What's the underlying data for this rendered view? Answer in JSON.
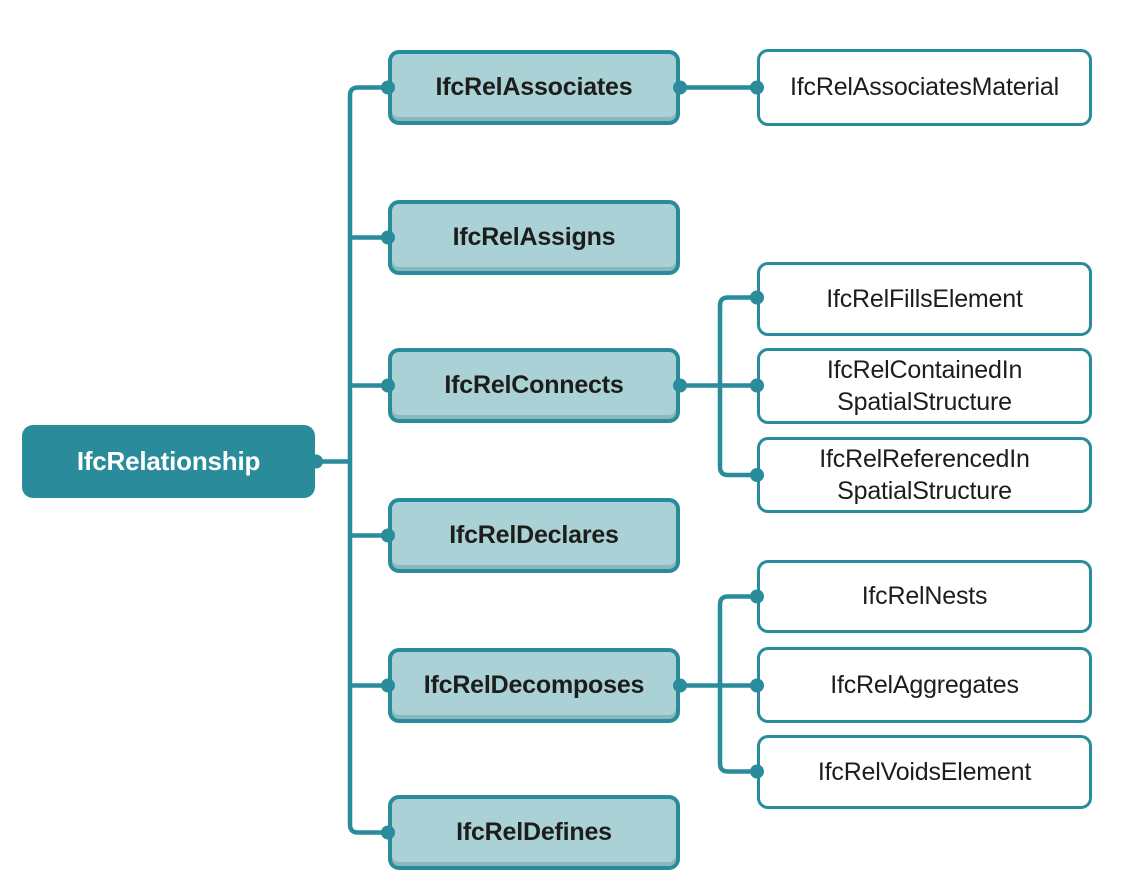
{
  "diagram": {
    "type": "tree",
    "colors": {
      "accent_teal": "#2a8c9a",
      "light_fill": "#a9d1d6",
      "leaf_fill": "#ffffff",
      "root_text": "#ffffff",
      "node_text": "#1d1d1b",
      "background": "#ffffff"
    },
    "nodes": {
      "root": {
        "label": "IfcRelationship",
        "level": 1
      },
      "associates": {
        "label": "IfcRelAssociates",
        "level": 2,
        "parent": "root"
      },
      "assigns": {
        "label": "IfcRelAssigns",
        "level": 2,
        "parent": "root"
      },
      "connects": {
        "label": "IfcRelConnects",
        "level": 2,
        "parent": "root"
      },
      "declares": {
        "label": "IfcRelDeclares",
        "level": 2,
        "parent": "root"
      },
      "decomposes": {
        "label": "IfcRelDecomposes",
        "level": 2,
        "parent": "root"
      },
      "defines": {
        "label": "IfcRelDefines",
        "level": 2,
        "parent": "root"
      },
      "associatesMaterial": {
        "label": "IfcRelAssociatesMaterial",
        "level": 3,
        "parent": "associates"
      },
      "fillsElement": {
        "label": "IfcRelFillsElement",
        "level": 3,
        "parent": "connects"
      },
      "containedInSpatialStructure": {
        "label": "IfcRelContainedInSpatialStructure",
        "line1": "IfcRelContainedIn",
        "line2": "SpatialStructure",
        "level": 3,
        "parent": "connects"
      },
      "referencedInSpatialStructure": {
        "label": "IfcRelReferencedInSpatialStructure",
        "line1": "IfcRelReferencedIn",
        "line2": "SpatialStructure",
        "level": 3,
        "parent": "connects"
      },
      "nests": {
        "label": "IfcRelNests",
        "level": 3,
        "parent": "decomposes"
      },
      "aggregates": {
        "label": "IfcRelAggregates",
        "level": 3,
        "parent": "decomposes"
      },
      "voidsElement": {
        "label": "IfcRelVoidsElement",
        "level": 3,
        "parent": "decomposes"
      }
    }
  }
}
